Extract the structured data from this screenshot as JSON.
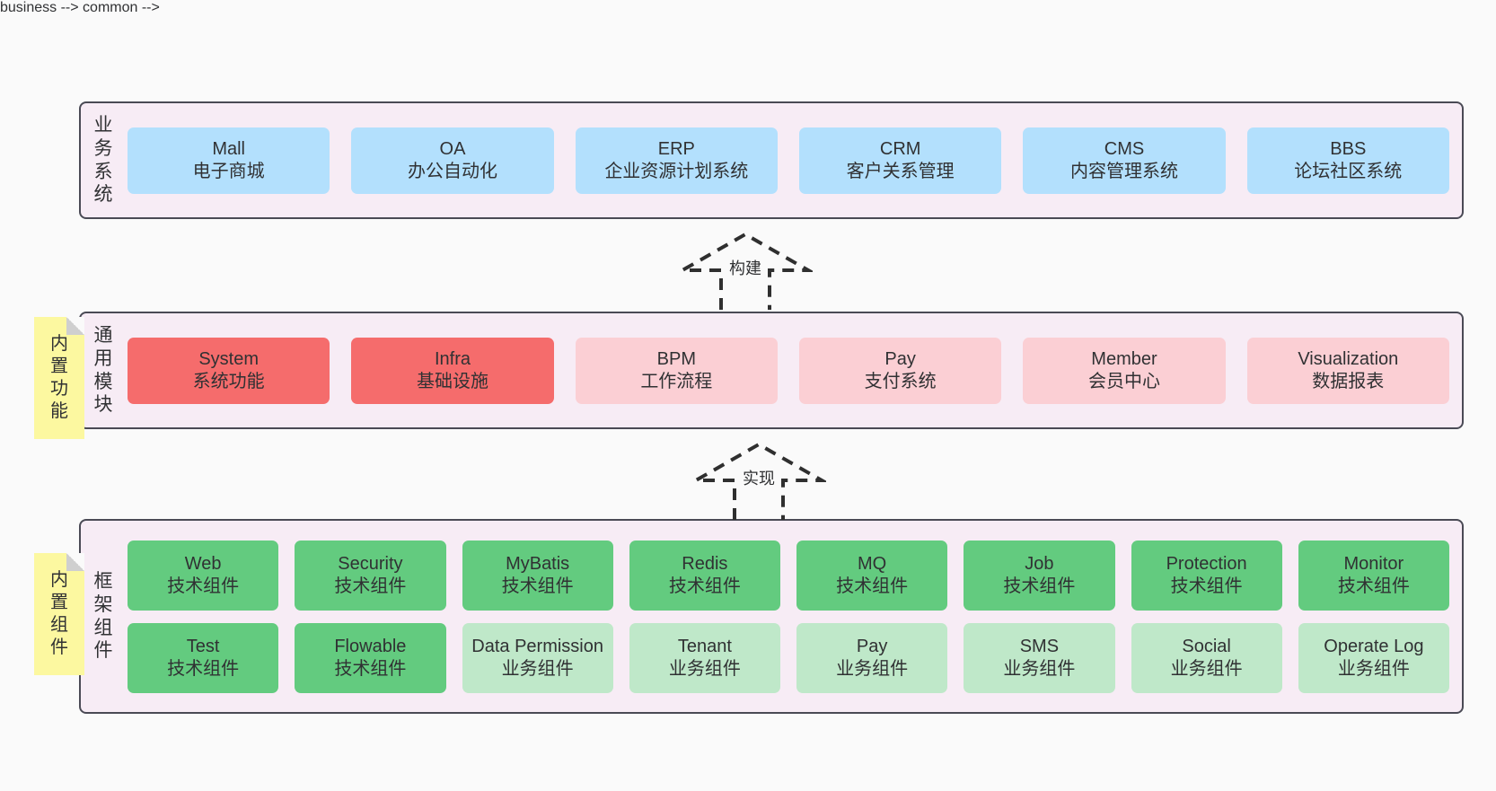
{
  "diagram": {
    "background": "#fafafa",
    "container_fill": "#f7ecf5",
    "container_stroke": "#4a4a55",
    "colors": {
      "blue": "#b3e0fd",
      "red": "#f56c6c",
      "pink": "#fbcfd4",
      "green": "#63cb7f",
      "light_green": "#bfe8c9",
      "note_yellow": "#fcf8a0"
    }
  },
  "layers": {
    "business": {
      "title": "业务系统",
      "items": [
        {
          "en": "Mall",
          "cn": "电子商城",
          "color": "blue"
        },
        {
          "en": "OA",
          "cn": "办公自动化",
          "color": "blue"
        },
        {
          "en": "ERP",
          "cn": "企业资源计划系统",
          "color": "blue"
        },
        {
          "en": "CRM",
          "cn": "客户关系管理",
          "color": "blue"
        },
        {
          "en": "CMS",
          "cn": "内容管理系统",
          "color": "blue"
        },
        {
          "en": "BBS",
          "cn": "论坛社区系统",
          "color": "blue"
        }
      ]
    },
    "common": {
      "title": "通用模块",
      "note": "内置功能",
      "items": [
        {
          "en": "System",
          "cn": "系统功能",
          "color": "red"
        },
        {
          "en": "Infra",
          "cn": "基础设施",
          "color": "red"
        },
        {
          "en": "BPM",
          "cn": "工作流程",
          "color": "pink"
        },
        {
          "en": "Pay",
          "cn": "支付系统",
          "color": "pink"
        },
        {
          "en": "Member",
          "cn": "会员中心",
          "color": "pink"
        },
        {
          "en": "Visualization",
          "cn": "数据报表",
          "color": "pink"
        }
      ]
    },
    "framework": {
      "title": "框架组件",
      "note": "内置组件",
      "row1": [
        {
          "en": "Web",
          "cn": "技术组件",
          "color": "green"
        },
        {
          "en": "Security",
          "cn": "技术组件",
          "color": "green"
        },
        {
          "en": "MyBatis",
          "cn": "技术组件",
          "color": "green"
        },
        {
          "en": "Redis",
          "cn": "技术组件",
          "color": "green"
        },
        {
          "en": "MQ",
          "cn": "技术组件",
          "color": "green"
        },
        {
          "en": "Job",
          "cn": "技术组件",
          "color": "green"
        },
        {
          "en": "Protection",
          "cn": "技术组件",
          "color": "green"
        },
        {
          "en": "Monitor",
          "cn": "技术组件",
          "color": "green"
        }
      ],
      "row2": [
        {
          "en": "Test",
          "cn": "技术组件",
          "color": "green"
        },
        {
          "en": "Flowable",
          "cn": "技术组件",
          "color": "green"
        },
        {
          "en": "Data Permission",
          "cn": "业务组件",
          "color": "light_green"
        },
        {
          "en": "Tenant",
          "cn": "业务组件",
          "color": "light_green"
        },
        {
          "en": "Pay",
          "cn": "业务组件",
          "color": "light_green"
        },
        {
          "en": "SMS",
          "cn": "业务组件",
          "color": "light_green"
        },
        {
          "en": "Social",
          "cn": "业务组件",
          "color": "light_green"
        },
        {
          "en": "Operate Log",
          "cn": "业务组件",
          "color": "light_green"
        }
      ]
    }
  },
  "connectors": [
    {
      "label": "构建",
      "from": "common",
      "to": "business"
    },
    {
      "label": "实现",
      "from": "framework",
      "to": "common"
    }
  ]
}
